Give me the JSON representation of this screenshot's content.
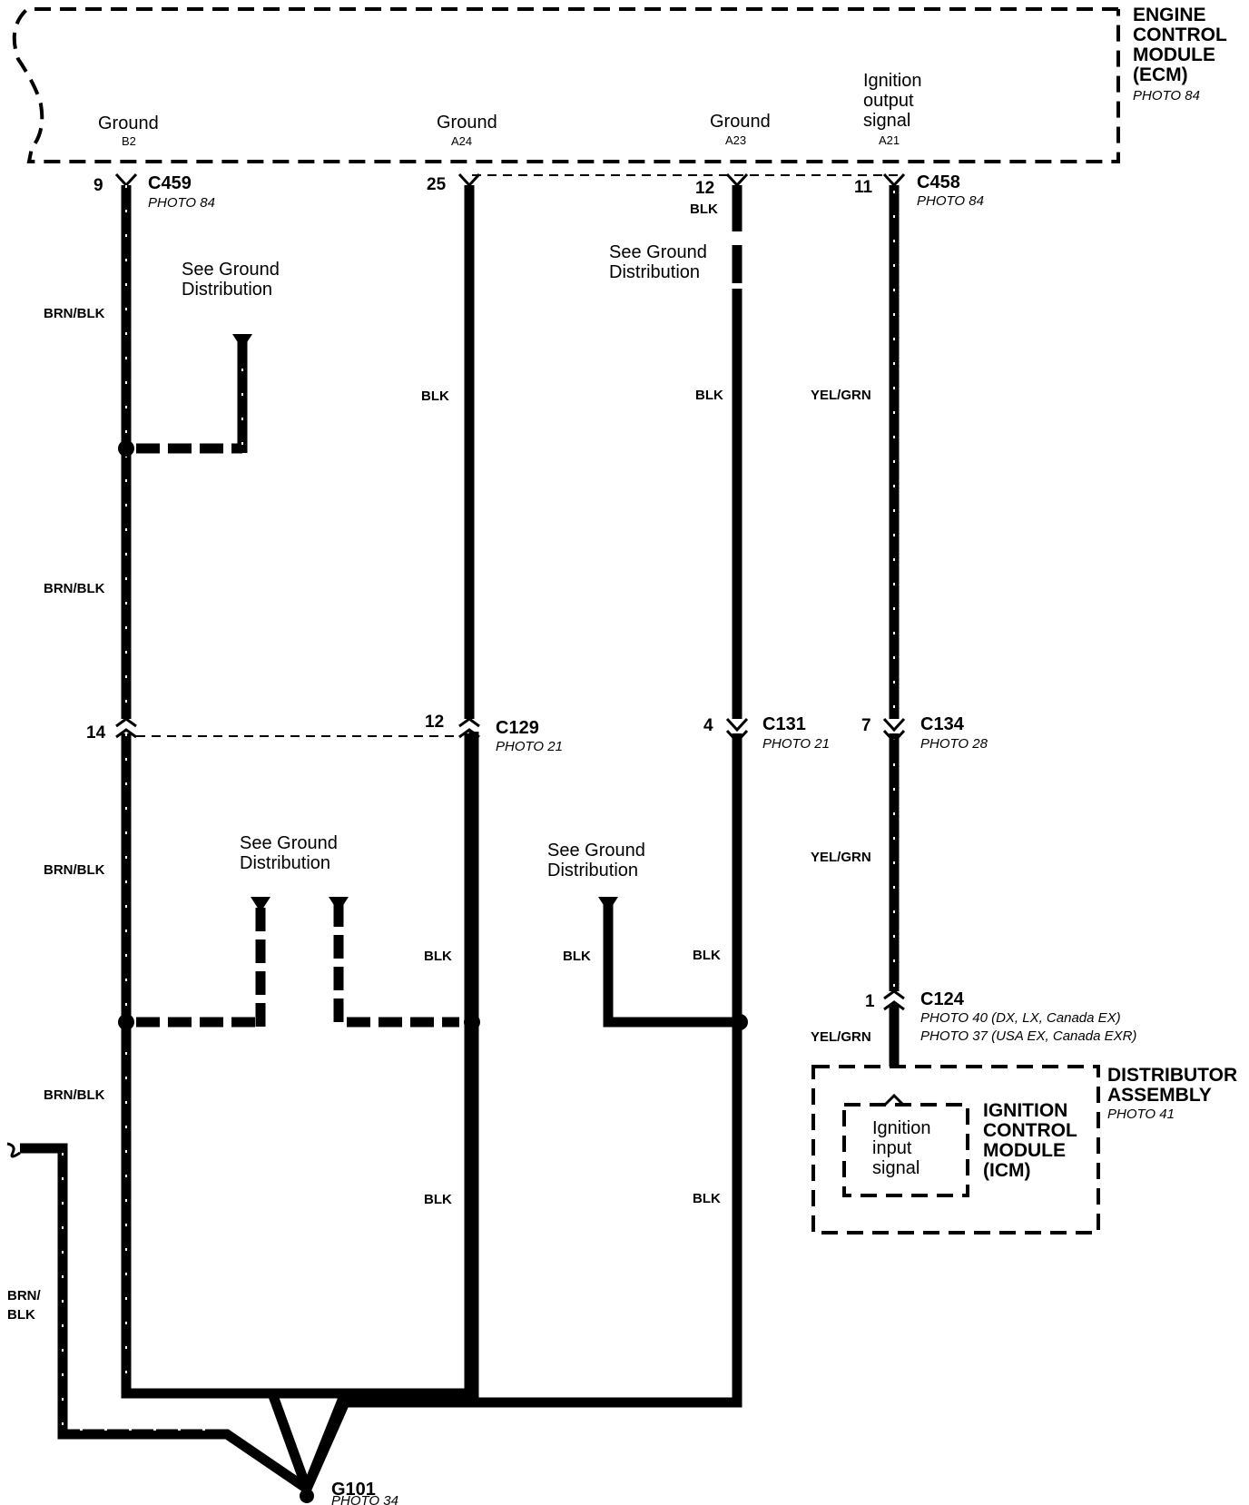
{
  "ecm": {
    "title_lines": [
      "ENGINE",
      "CONTROL",
      "MODULE",
      "(ECM)"
    ],
    "photo": "PHOTO 84",
    "terminals": [
      {
        "label": "Ground",
        "pin": "B2"
      },
      {
        "label": "Ground",
        "pin": "A24"
      },
      {
        "label": "Ground",
        "pin": "A23"
      },
      {
        "label_lines": [
          "Ignition",
          "output",
          "signal"
        ],
        "pin": "A21"
      }
    ]
  },
  "connectors": {
    "c459": {
      "name": "C459",
      "photo": "PHOTO 84",
      "pin_top": "9"
    },
    "c458": {
      "name": "C458",
      "photo": "PHOTO 84",
      "pin_top": "11"
    },
    "c129": {
      "name": "C129",
      "photo": "PHOTO 21",
      "pins": [
        "14",
        "12"
      ]
    },
    "c131": {
      "name": "C131",
      "photo": "PHOTO 21",
      "pin": "4"
    },
    "c134": {
      "name": "C134",
      "photo": "PHOTO 28",
      "pin": "7"
    },
    "c124": {
      "name": "C124",
      "pin": "1",
      "photos": [
        "PHOTO 40 (DX, LX, Canada EX)",
        "PHOTO 37 (USA EX, Canada EXR)"
      ]
    }
  },
  "pins_top": {
    "a24": "25",
    "a23": "12"
  },
  "wire_colors": {
    "brn_blk": "BRN/BLK",
    "blk": "BLK",
    "yel_grn": "YEL/GRN",
    "brn_slash": "BRN/",
    "blk_line2": "BLK"
  },
  "ground_distribution": {
    "line1": "See Ground",
    "line2": "Distribution"
  },
  "distributor": {
    "title_lines": [
      "DISTRIBUTOR",
      "ASSEMBLY"
    ],
    "photo": "PHOTO 41"
  },
  "icm": {
    "title_lines": [
      "IGNITION",
      "CONTROL",
      "MODULE",
      "(ICM)"
    ],
    "input_lines": [
      "Ignition",
      "input",
      "signal"
    ]
  },
  "ground": {
    "name": "G101",
    "photo": "PHOTO 34"
  },
  "colors": {
    "ink": "#000000",
    "paper": "#ffffff"
  }
}
